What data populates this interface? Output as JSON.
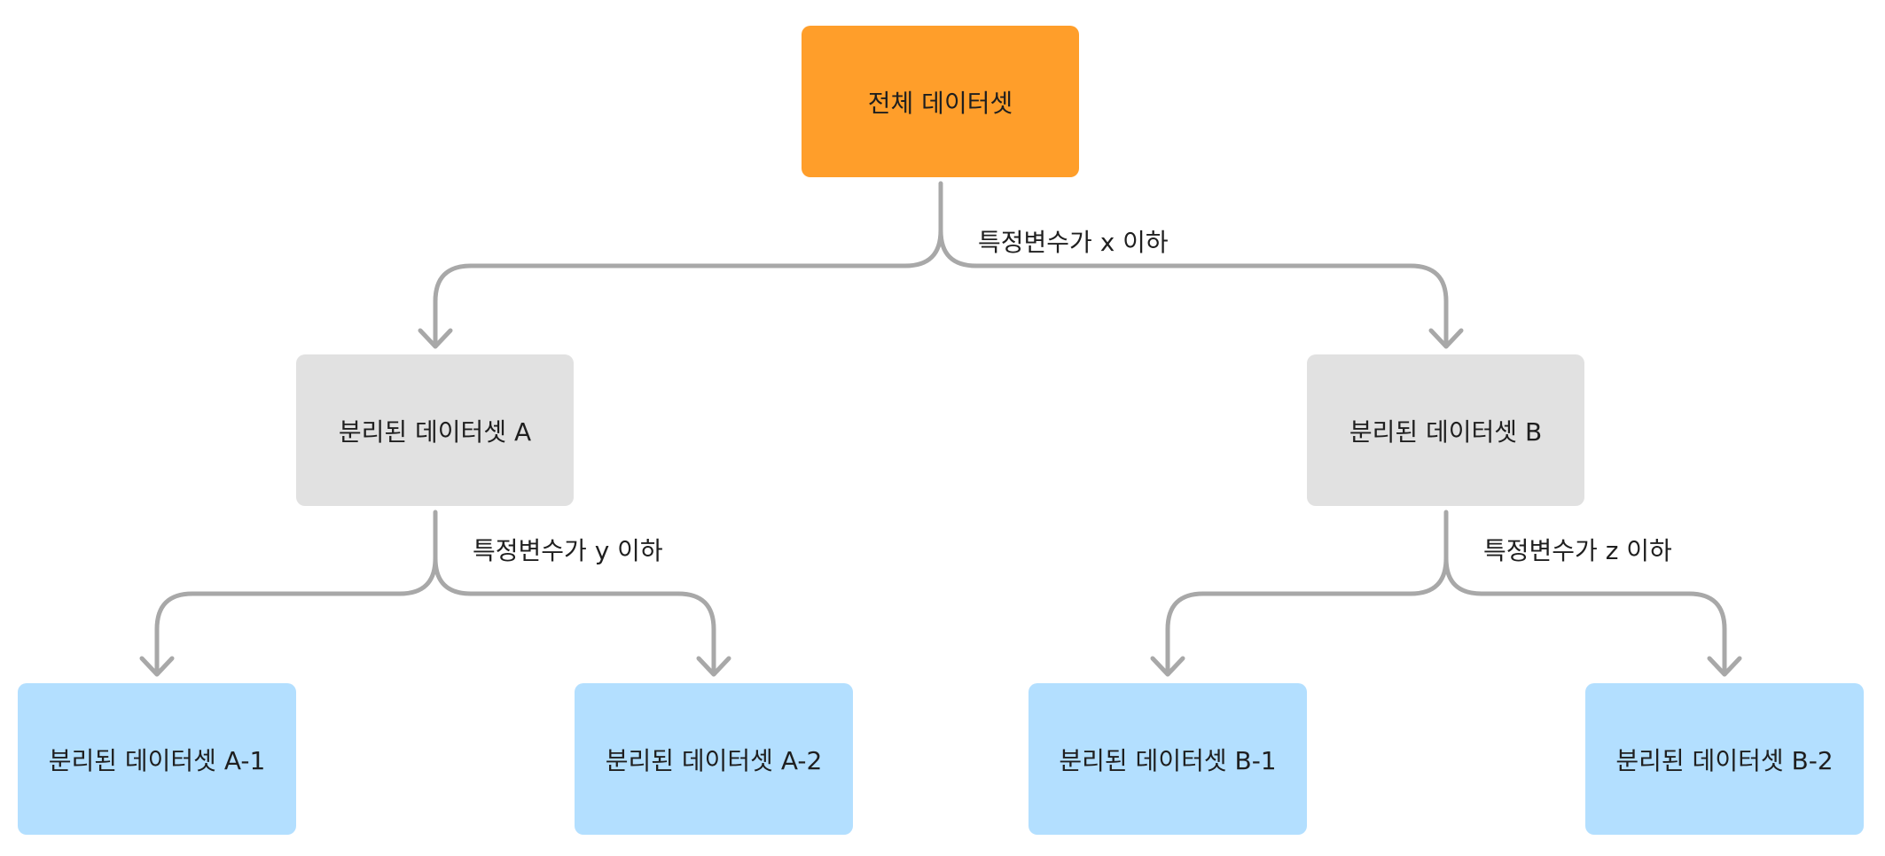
{
  "colors": {
    "root_fill": "#FF9E2A",
    "intermediate_fill": "#E1E1E1",
    "leaf_fill": "#B3DFFF",
    "connector": "#A8A8A8"
  },
  "nodes": {
    "root": "전체 데이터셋",
    "a": "분리된 데이터셋 A",
    "b": "분리된 데이터셋 B",
    "a1": "분리된 데이터셋 A-1",
    "a2": "분리된 데이터셋 A-2",
    "b1": "분리된 데이터셋 B-1",
    "b2": "분리된 데이터셋 B-2"
  },
  "conditions": {
    "root_split": "특정변수가 x 이하",
    "a_split": "특정변수가 y 이하",
    "b_split": "특정변수가 z 이하"
  }
}
